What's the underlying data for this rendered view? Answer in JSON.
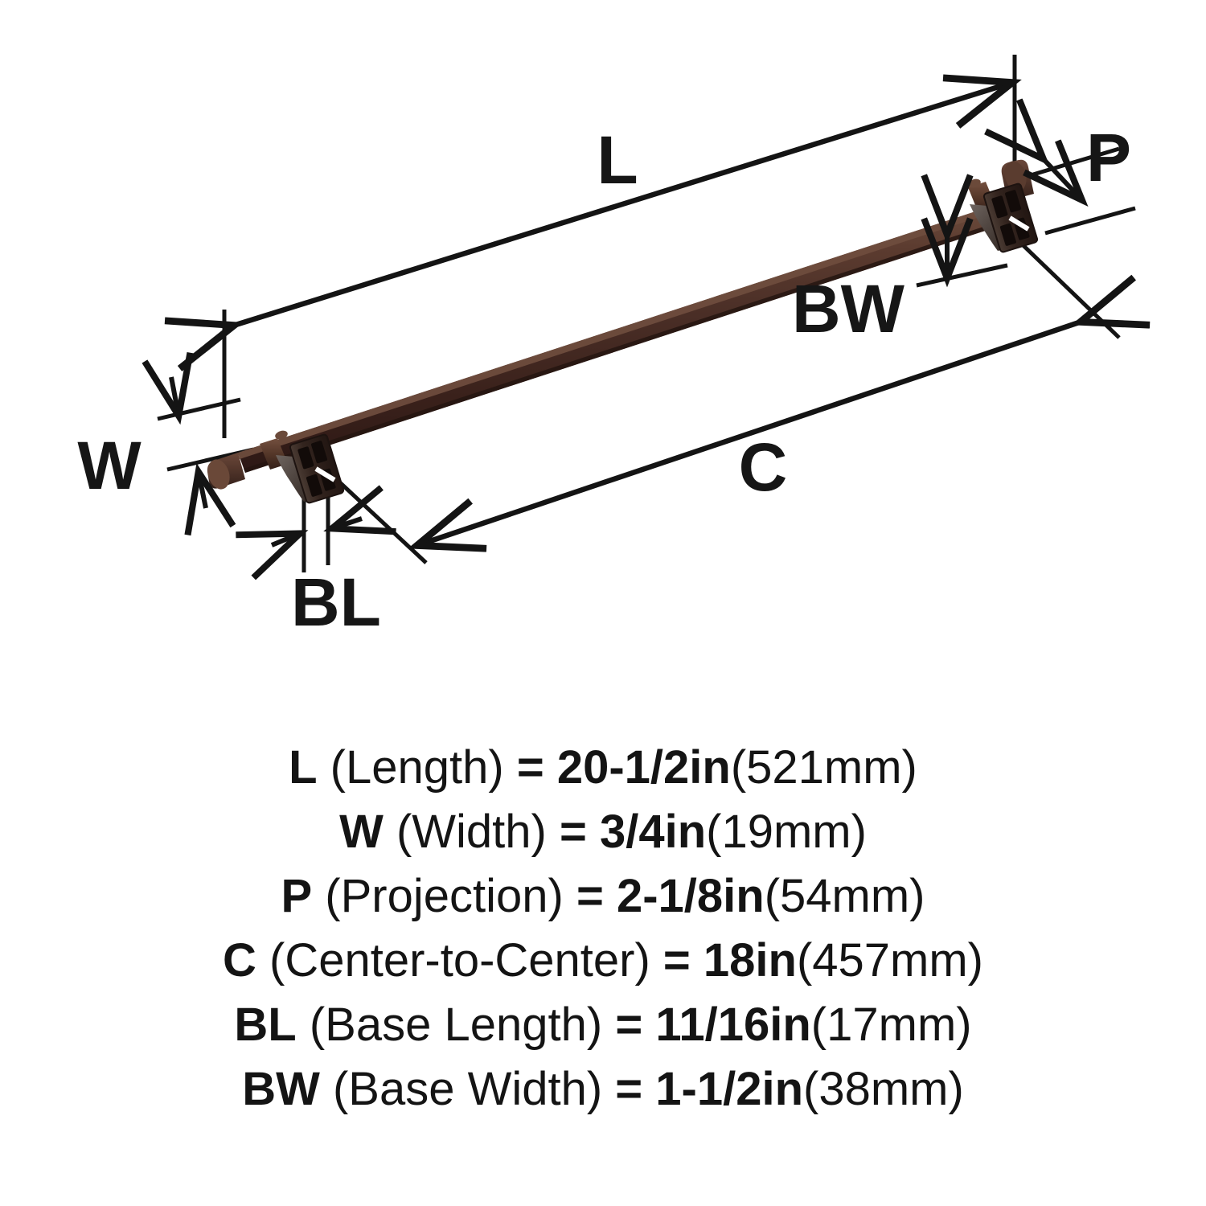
{
  "diagram": {
    "title": "Appliance pull dimension diagram",
    "product_finish_color": "#4a2e26",
    "line_color": "#141414",
    "dimension_markers": [
      {
        "id": "L",
        "label": "L",
        "meaning": "Length"
      },
      {
        "id": "W",
        "label": "W",
        "meaning": "Width"
      },
      {
        "id": "P",
        "label": "P",
        "meaning": "Projection"
      },
      {
        "id": "C",
        "label": "C",
        "meaning": "Center-to-Center"
      },
      {
        "id": "BL",
        "label": "BL",
        "meaning": "Base Length"
      },
      {
        "id": "BW",
        "label": "BW",
        "meaning": "Base Width"
      }
    ]
  },
  "legend": {
    "rows": [
      {
        "abbr": "L",
        "desc": " (Length)",
        "eq": " = ",
        "value": "20-1/2in",
        "metric": "(521mm)"
      },
      {
        "abbr": "W",
        "desc": " (Width)",
        "eq": " = ",
        "value": "3/4in",
        "metric": "(19mm)"
      },
      {
        "abbr": "P",
        "desc": " (Projection)",
        "eq": " = ",
        "value": "2-1/8in",
        "metric": "(54mm)"
      },
      {
        "abbr": "C",
        "desc": " (Center-to-Center)",
        "eq": " = ",
        "value": "18in",
        "metric": "(457mm)"
      },
      {
        "abbr": "BL",
        "desc": " (Base Length)",
        "eq": " = ",
        "value": "11/16in",
        "metric": "(17mm)"
      },
      {
        "abbr": "BW",
        "desc": " (Base Width)",
        "eq": " = ",
        "value": "1-1/2in",
        "metric": "(38mm)"
      }
    ]
  }
}
